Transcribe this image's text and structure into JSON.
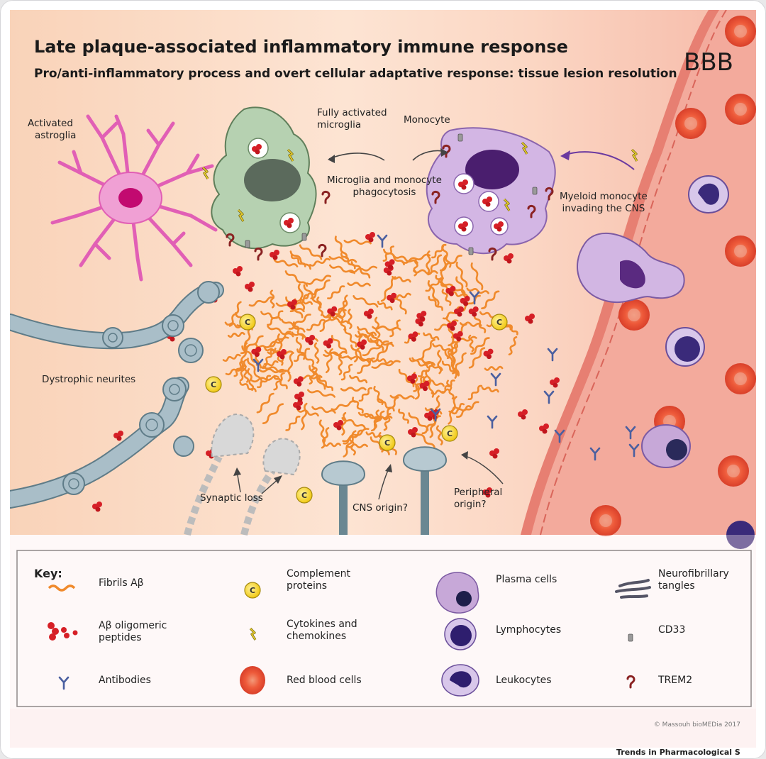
{
  "title": "Late plaque-associated inflammatory immune response",
  "subtitle": "Pro/anti-inflammatory process and overt cellular adaptative response: tissue lesion resolution",
  "corner_label": "BBB",
  "labels": {
    "activated_astroglia": [
      "Activated",
      "astroglia"
    ],
    "fully_activated_microglia": [
      "Fully activated",
      "microglia"
    ],
    "monocyte": "Monocyte",
    "phagocytosis": [
      "Microglia and monocyte",
      "phagocytosis"
    ],
    "myeloid_monocyte": [
      "Myeloid monocyte",
      "invading the CNS"
    ],
    "dystrophic_neurites": "Dystrophic neurites",
    "synaptic_loss": "Synaptic loss",
    "cns_origin": "CNS origin?",
    "peripheral_origin": [
      "Peripheral",
      "origin?"
    ],
    "complement_glyph": "C"
  },
  "key": {
    "title": "Key:",
    "items": [
      {
        "id": "fibrils",
        "label": [
          "Fibrils Aβ"
        ]
      },
      {
        "id": "oligomers",
        "label": [
          "Aβ oligomeric",
          "peptides"
        ]
      },
      {
        "id": "antibodies",
        "label": [
          "Antibodies"
        ]
      },
      {
        "id": "complement",
        "label": [
          "Complement",
          "proteins"
        ]
      },
      {
        "id": "cytokines",
        "label": [
          "Cytokines and",
          "chemokines"
        ]
      },
      {
        "id": "rbc",
        "label": [
          "Red blood cells"
        ]
      },
      {
        "id": "plasma",
        "label": [
          "Plasma cells"
        ]
      },
      {
        "id": "lymphocytes",
        "label": [
          "Lymphocytes"
        ]
      },
      {
        "id": "leukocytes",
        "label": [
          "Leukocytes"
        ]
      },
      {
        "id": "tangles",
        "label": [
          "Neurofibrillary",
          "tangles"
        ]
      },
      {
        "id": "cd33",
        "label": [
          "CD33"
        ]
      },
      {
        "id": "trem2",
        "label": [
          "TREM2"
        ]
      }
    ]
  },
  "copyright": "© Massouh bioMEDia 2017",
  "journal": "Trends in Pharmacological S",
  "colors": {
    "fibril": "#f08a2c",
    "oligomer": "#d61f26",
    "antibody": "#4a5fa0",
    "complement": "#f4d21e",
    "cytokine": "#d9c21a",
    "rbc": "#ef5a3c",
    "astroglia": "#e868c0",
    "microglia": "#a9c9a4",
    "monocyte": "#c7a8d8",
    "lymphocyte_nucleus": "#3a2a7a",
    "neurite": "#8fa7b3",
    "vessel": "#f3b3a6",
    "trem2": "#9a2a2a",
    "cd33": "#888888"
  }
}
